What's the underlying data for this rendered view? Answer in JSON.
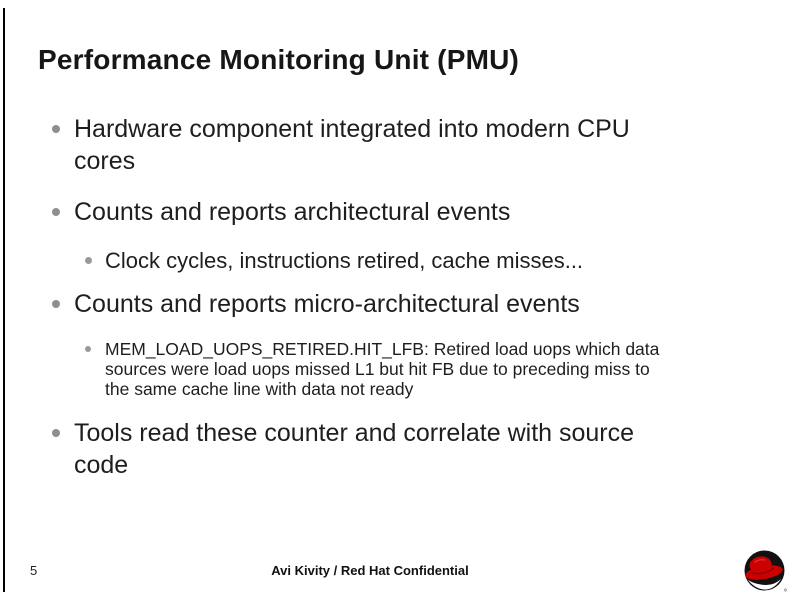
{
  "slide": {
    "title": "Performance Monitoring Unit (PMU)",
    "bullets": [
      {
        "level": 1,
        "text": "Hardware component integrated into modern CPU\ncores"
      },
      {
        "level": 1,
        "text": "Counts and reports architectural events"
      },
      {
        "level": 2,
        "text": "Clock cycles, instructions retired, cache misses..."
      },
      {
        "level": 1,
        "text": "Counts and reports micro-architectural events"
      },
      {
        "level": 2,
        "text": "MEM_LOAD_UOPS_RETIRED.HIT_LFB: Retired load uops which data\nsources were load uops missed L1 but hit FB due to preceding miss to\nthe same cache line with data not ready"
      },
      {
        "level": 1,
        "text": "Tools read these counter and correlate with source\ncode"
      }
    ]
  },
  "footer": {
    "page_number": "5",
    "confidential_text": "Avi Kivity / Red Hat Confidential"
  },
  "icons": {
    "logo": "redhat-shadowman-logo"
  },
  "colors": {
    "text": "#1e1e1e",
    "title": "#161616",
    "bullet_gray": "#8f8f8f",
    "logo_red": "#cc0000",
    "logo_black": "#111111"
  }
}
